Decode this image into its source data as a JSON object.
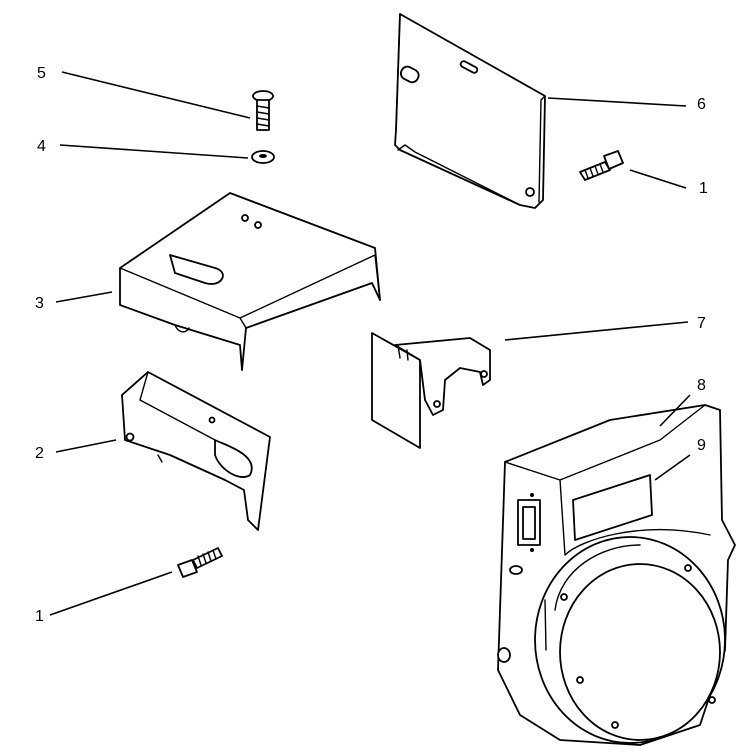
{
  "diagram": {
    "callouts": [
      {
        "id": "c5",
        "label": "5"
      },
      {
        "id": "c4",
        "label": "4"
      },
      {
        "id": "c3",
        "label": "3"
      },
      {
        "id": "c2",
        "label": "2"
      },
      {
        "id": "c1a",
        "label": "1"
      },
      {
        "id": "c6",
        "label": "6"
      },
      {
        "id": "c1b",
        "label": "1"
      },
      {
        "id": "c7",
        "label": "7"
      },
      {
        "id": "c8",
        "label": "8"
      },
      {
        "id": "c9",
        "label": "9"
      }
    ]
  }
}
